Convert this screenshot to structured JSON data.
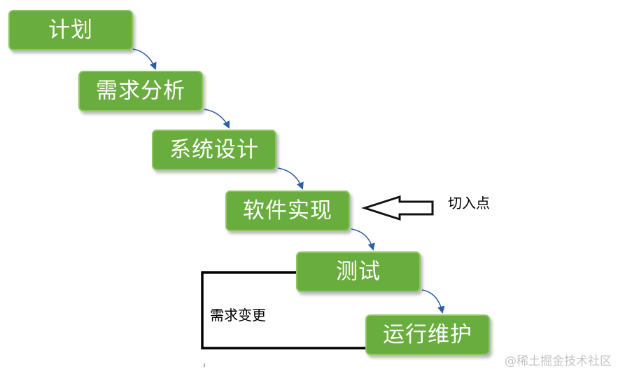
{
  "stages": [
    {
      "label": "计划"
    },
    {
      "label": "需求分析"
    },
    {
      "label": "系统设计"
    },
    {
      "label": "软件实现"
    },
    {
      "label": "测试"
    },
    {
      "label": "运行维护"
    }
  ],
  "annotations": {
    "entry_point": "切入点",
    "requirement_change": "需求变更"
  },
  "watermark": "@稀土掘金技术社区",
  "colors": {
    "stage_fill": "#6aad3f",
    "stage_border": "#8cc65f",
    "connector": "#2e5ea7"
  }
}
